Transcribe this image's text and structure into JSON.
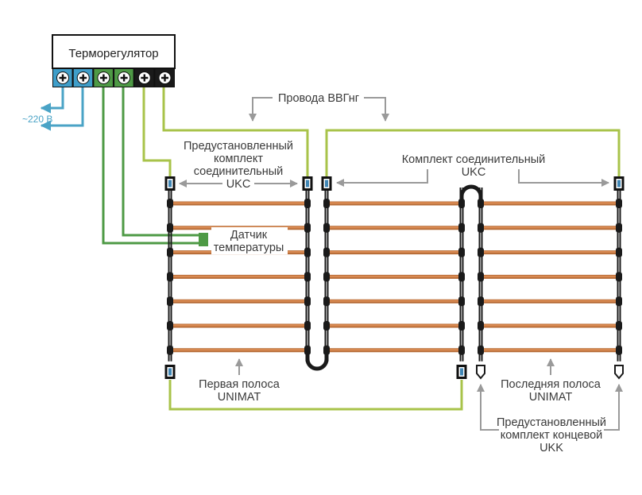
{
  "thermostat": {
    "title": "Терморегулятор",
    "terminals": [
      {
        "name": "power-1",
        "color": "#3f9ec9"
      },
      {
        "name": "power-2",
        "color": "#3f9ec9"
      },
      {
        "name": "sensor-1",
        "color": "#4e9a45"
      },
      {
        "name": "sensor-2",
        "color": "#4e9a45"
      },
      {
        "name": "load-1",
        "color": "#1a1a1a"
      },
      {
        "name": "load-2",
        "color": "#1a1a1a"
      }
    ]
  },
  "labels": {
    "power_supply": "~220 В",
    "wires": "Провода ВВГнг",
    "preinstalled_kit_lines": [
      "Предустановленный",
      "комплект",
      "соединительный",
      "UKC"
    ],
    "connection_kit_lines": [
      "Комплект соединительный",
      "UKC"
    ],
    "sensor_lines": [
      "Датчик",
      "температуры"
    ],
    "first_strip_lines": [
      "Первая полоса",
      "UNIMAT"
    ],
    "last_strip_lines": [
      "Последняя полоса",
      "UNIMAT"
    ],
    "end_kit_lines": [
      "Предустановленный",
      "комплект концевой",
      "UKK"
    ]
  },
  "strips": [
    {
      "name": "first-strip",
      "rows": 7
    },
    {
      "name": "middle-strip",
      "rows": 7
    },
    {
      "name": "last-strip",
      "rows": 7
    }
  ],
  "colors": {
    "power_wire": "#4aa3c6",
    "sensor_wire": "#4e9a45",
    "supply_wire": "#a8c34a",
    "heating_element": "#d98a52",
    "bus_wire": "#1a1a1a",
    "connector_fill": "#3f86b5",
    "annotation_arrow": "#9a9a9a"
  }
}
